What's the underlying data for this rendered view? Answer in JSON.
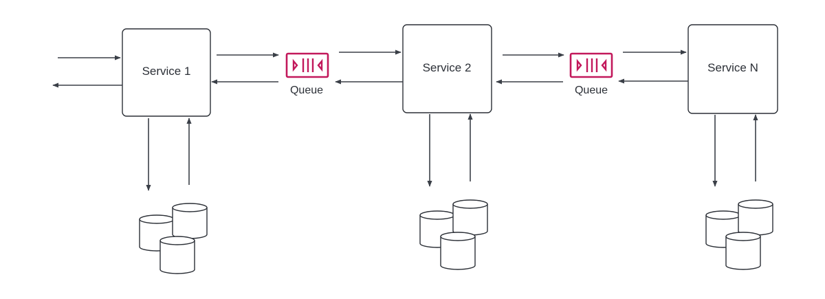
{
  "diagram": {
    "services": [
      {
        "label": "Service 1"
      },
      {
        "label": "Service 2"
      },
      {
        "label": "Service N"
      }
    ],
    "queues": [
      {
        "label": "Queue"
      },
      {
        "label": "Queue"
      }
    ],
    "colors": {
      "queue_accent": "#c2185b",
      "line": "#3a3f47",
      "box_stroke": "#2b2f36"
    },
    "icons": {
      "queue": "queue-icon",
      "database": "database-icon"
    }
  }
}
